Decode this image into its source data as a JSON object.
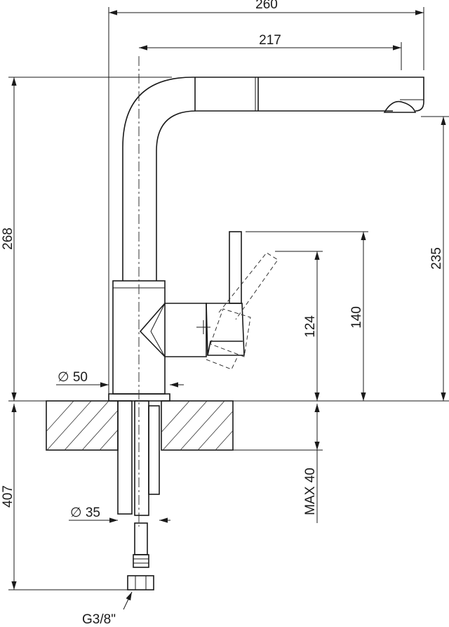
{
  "dimensions": {
    "total_reach": "260",
    "spout_reach": "217",
    "total_height": "268",
    "spout_outlet_height": "235",
    "lever_top_height": "140",
    "lever_tilt_height": "124",
    "base_diameter": "∅ 50",
    "shank_diameter": "∅ 35",
    "max_worktop": "MAX 40",
    "below_counter_length": "407",
    "connection_thread": "G3/8\""
  }
}
